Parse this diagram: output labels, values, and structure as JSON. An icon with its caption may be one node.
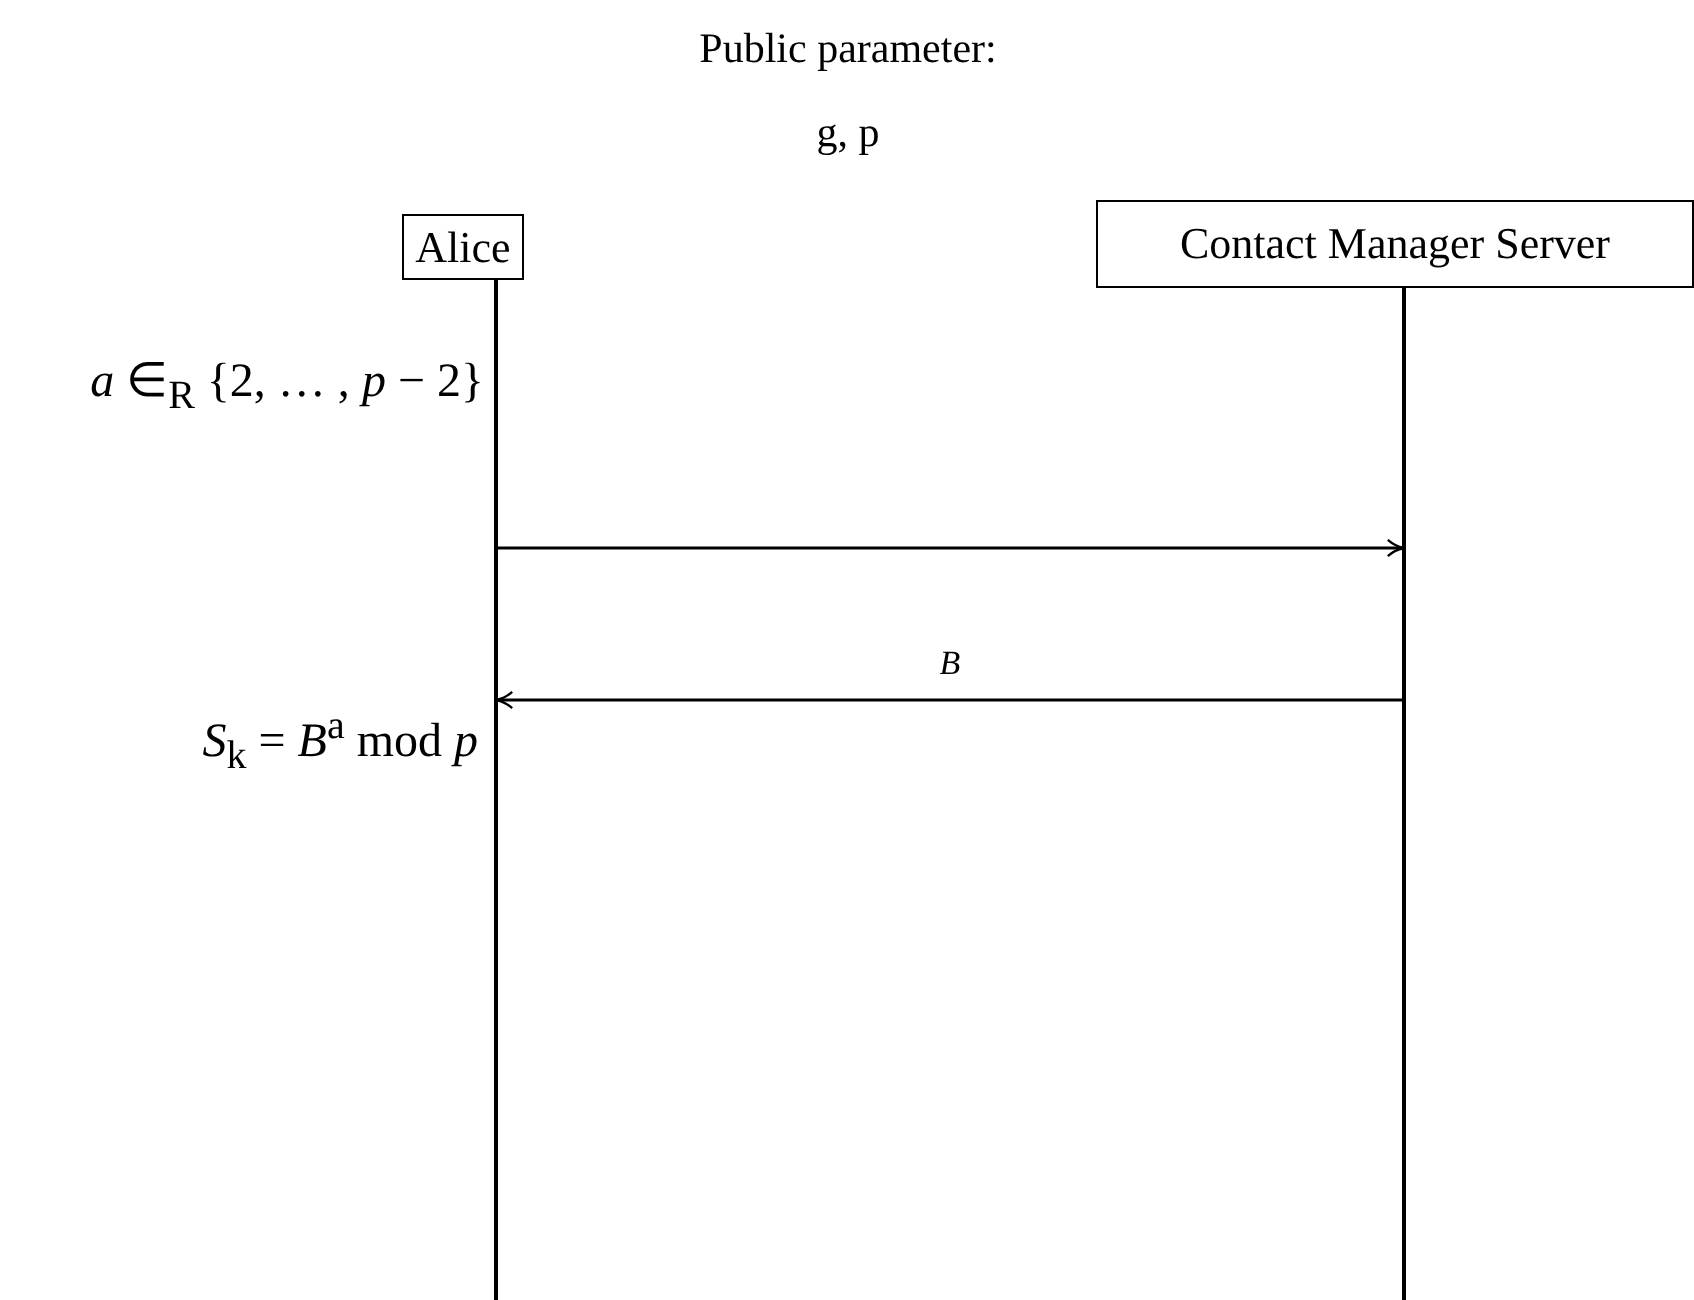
{
  "diagram": {
    "nodes": [
      {
        "text": [
          "Alice"
        ]
      },
      {
        "text": [
          "Contact Manager Server"
        ]
      }
    ],
    "edges": [
      {
        "from": 0,
        "to": 1,
        "arrow": "to"
      },
      {
        "from": 1,
        "to": 0,
        "arrow": "to",
        "label": "*B*"
      }
    ],
    "labels": [
      "Public parameter:",
      "g, p",
      "*a* ∈$_{R}$ {2, … , *p* − 2}",
      "*S*$_{k}$ = *B*$^{a}$   mod *p*"
    ]
  }
}
